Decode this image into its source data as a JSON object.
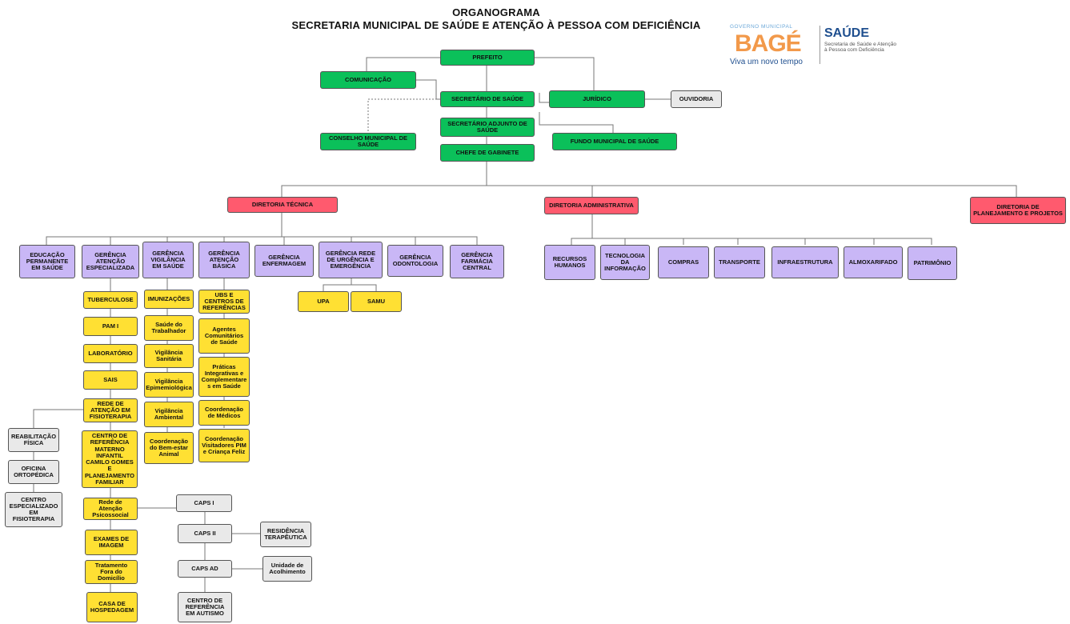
{
  "header": {
    "title": "ORGANOGRAMA",
    "subtitle": "SECRETARIA MUNICIPAL DE SAÚDE E ATENÇÃO À PESSOA COM DEFICIÊNCIA"
  },
  "logo": {
    "small": "GOVERNO MUNICIPAL",
    "big": "BAGÉ",
    "tagline": "Viva um novo tempo",
    "saude": "SAÚDE",
    "sub": "Secretaria de Saúde e Atenção à Pessoa com Deficiência"
  },
  "colors": {
    "green": "#0bc05a",
    "red": "#ff5a6e",
    "purple": "#c9b7f6",
    "yellow": "#ffe033",
    "gray": "#e9e9e9"
  },
  "nodes": {
    "prefeito": "PREFEITO",
    "comunicacao": "COMUNICAÇÃO",
    "secretario": "SECRETÁRIO DE SAÚDE",
    "juridico": "JURÍDICO",
    "ouvidoria": "OUVIDORIA",
    "adjunto": "SECRETÁRIO ADJUNTO DE SAÚDE",
    "conselho": "CONSELHO MUNICIPAL DE SAÚDE",
    "fundo": "FUNDO MUNICIPAL DE SAÚDE",
    "gabinete": "CHEFE DE GABINETE",
    "dir_tecnica": "DIRETORIA TÉCNICA",
    "dir_adm": "DIRETORIA ADMINISTRATIVA",
    "dir_plan": "DIRETORIA DE PLANEJAMENTO E PROJETOS",
    "educacao": "EDUCAÇÃO PERMANENTE EM SAÚDE",
    "ger_especializada": "GERÊNCIA ATENÇÃO ESPECIALIZADA",
    "ger_vigilancia": "GERÊNCIA VIGILÂNCIA EM SAÚDE",
    "ger_basica": "GERÊNCIA ATENÇÃO BÁSICA",
    "ger_enfermagem": "GERÊNCIA ENFERMAGEM",
    "ger_urgencia": "GERÊNCIA REDE DE URGÊNCIA E EMERGÊNCIA",
    "ger_odonto": "GERÊNCIA ODONTOLOGIA",
    "ger_farmacia": "GERÊNCIA FARMÁCIA CENTRAL",
    "rh": "RECURSOS HUMANOS",
    "ti": "TECNOLOGIA DA INFORMAÇÃO",
    "compras": "COMPRAS",
    "transporte": "TRANSPORTE",
    "infra": "INFRAESTRUTURA",
    "almox": "ALMOXARIFADO",
    "patrimonio": "PATRIMÔNIO",
    "upa": "UPA",
    "samu": "SAMU",
    "tuberculose": "TUBERCULOSE",
    "pam": "PAM I",
    "laboratorio": "LABORATÓRIO",
    "sais": "SAIS",
    "rede_fisio": "REDE DE ATENÇÃO EM FISIOTERAPIA",
    "centro_materno": "CENTRO DE REFERÊNCIA MATERNO INFANTIL CAMILO GOMES E PLANEJAMENTO FAMILIAR",
    "rede_psico": "Rede de Atenção Psicossocial",
    "exames": "EXAMES DE IMAGEM",
    "tfd": "Tratamento Fora do Domicílio",
    "casa": "CASA DE HOSPEDAGEM",
    "reabilitacao": "REABILITAÇÃO FÍSICA",
    "oficina": "OFICINA ORTOPÉDICA",
    "centro_fisio": "CENTRO ESPECIALIZADO EM FISIOTERAPIA",
    "imunizacoes": "IMUNIZAÇÕES",
    "saude_trab": "Saúde do Trabalhador",
    "vig_sanitaria": "Vigilância Sanitária",
    "vig_epidem": "Vigilância Epimemiológica",
    "vig_ambiental": "Vigilância Ambiental",
    "bem_estar": "Coordenação do Bem-estar Animal",
    "ubs": "UBS E CENTROS DE REFERÊNCIAS",
    "agentes": "Agentes Comunitários de Saúde",
    "praticas": "Práticas Integrativas e Complementare s em Saúde",
    "coord_medicos": "Coordenação de Médicos",
    "coord_visitadores": "Coordenação Visitadores PIM e Criança Feliz",
    "caps1": "CAPS I",
    "caps2": "CAPS II",
    "capsad": "CAPS AD",
    "centro_autismo": "CENTRO DE REFERÊNCIA EM AUTISMO",
    "residencia": "RESIDÊNCIA TERAPÊUTICA",
    "acolhimento": "Unidade de Acolhimento"
  }
}
